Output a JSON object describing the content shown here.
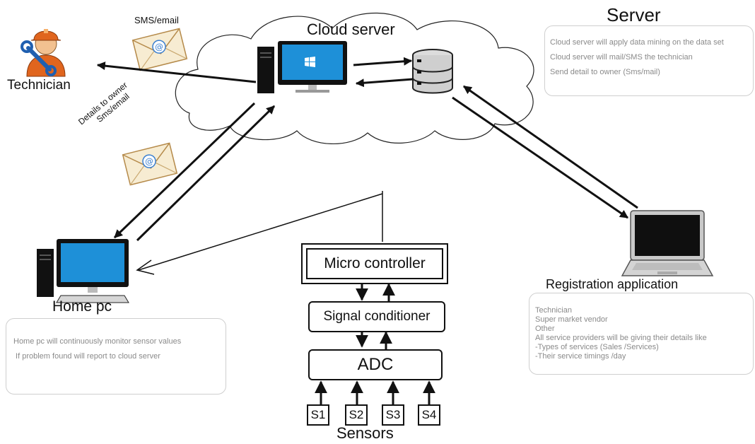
{
  "cloud": {
    "title": "Cloud server"
  },
  "server": {
    "title": "Server",
    "notes": [
      "Cloud server will apply data mining on the data set",
      "Cloud server will mail/SMS the technician",
      "Send detail to owner (Sms/mail)"
    ]
  },
  "technician": {
    "label": "Technician"
  },
  "sms_email_top": "SMS/email",
  "details_to_owner": {
    "line1": "Details to owner",
    "line2": "Sms/email"
  },
  "home_pc": {
    "label": "Home pc",
    "notes": [
      "Home pc will continuously monitor sensor values",
      " If problem found will report to cloud server"
    ]
  },
  "registration": {
    "label": "Registration application",
    "notes": [
      "Technician",
      "Super market vendor",
      "Other",
      "All service providers will be giving their details like",
      "-Types of services (Sales /Services)",
      "-Their service timings /day"
    ]
  },
  "blocks": {
    "microcontroller": "Micro controller",
    "signal_conditioner": "Signal conditioner",
    "adc": "ADC"
  },
  "sensors": {
    "label": "Sensors",
    "items": [
      "S1",
      "S2",
      "S3",
      "S4"
    ]
  },
  "colors": {
    "monitor_screen": "#1e90d8",
    "envelope": "#c8a56a",
    "note_text": "#8a8a8a",
    "technician_uniform": "#e0651e",
    "wrench": "#1f5fb0"
  },
  "icons": [
    "technician-icon",
    "envelope-icon",
    "desktop-computer-icon",
    "database-icon",
    "laptop-icon"
  ]
}
